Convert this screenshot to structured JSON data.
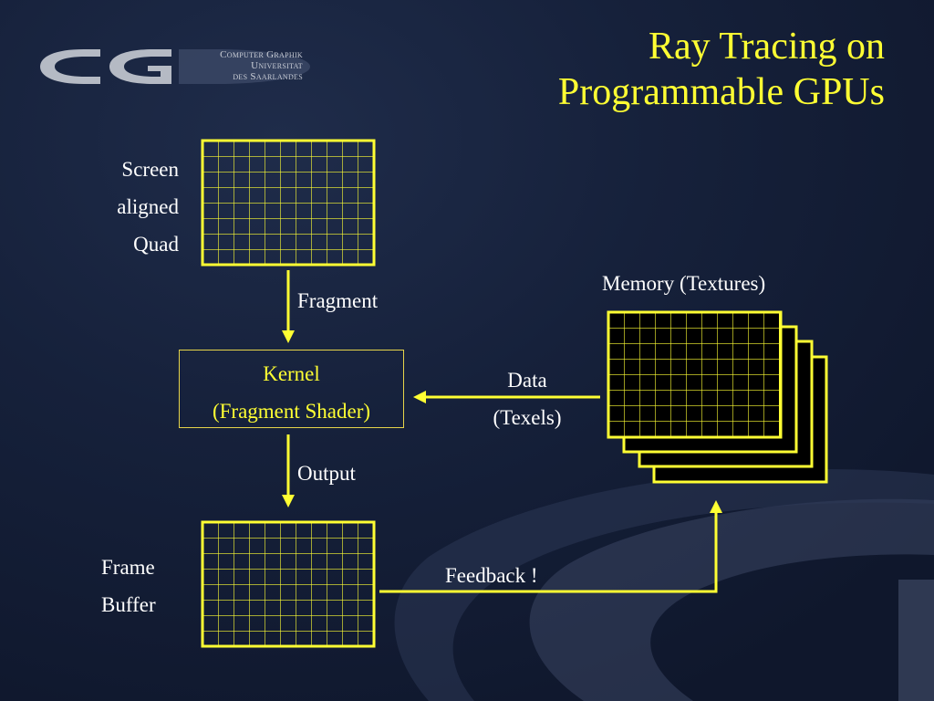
{
  "title": {
    "line1": "Ray Tracing on",
    "line2": "Programmable GPUs"
  },
  "logo": {
    "line1": "Computer Graphik",
    "line2": "Universitat",
    "line3": "des Saarlandes"
  },
  "screen_quad_label": {
    "line1": "Screen",
    "line2": "aligned",
    "line3": "Quad"
  },
  "fragment_label": "Fragment",
  "kernel": {
    "line1": "Kernel",
    "line2": "(Fragment Shader)"
  },
  "output_label": "Output",
  "frame_buffer_label": {
    "line1": "Frame",
    "line2": "Buffer"
  },
  "memory_label": "Memory (Textures)",
  "data_label": {
    "line1": "Data",
    "line2": "(Texels)"
  },
  "feedback_label": "Feedback !",
  "colors": {
    "accent_yellow": "#ffff33",
    "background": "#16213b",
    "text_white": "#ffffff"
  }
}
